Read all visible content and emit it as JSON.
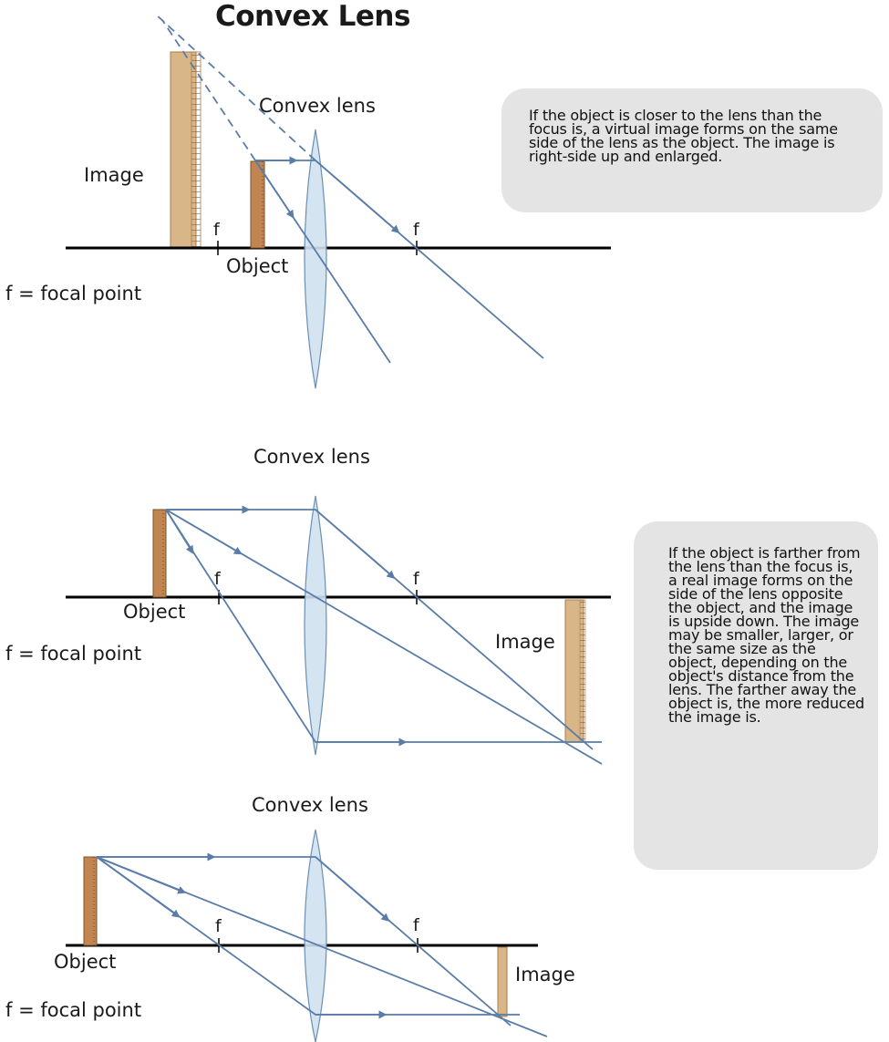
{
  "title": "Convex Lens",
  "colors": {
    "ray": "#5a7ca8",
    "lens_fill": "#cfe1ef",
    "lens_stroke": "#6c8fb3",
    "object_fill": "#c08550",
    "image_fill": "#d9b688",
    "note_bg": "#e4e4e4",
    "axis": "#000000"
  },
  "diagrams": [
    {
      "lens_label": "Convex lens",
      "focal_left_label": "f",
      "focal_right_label": "f",
      "object_label": "Object",
      "image_label": "Image",
      "legend": "f = focal point",
      "note": "If the object is closer to the lens than the focus is, a virtual image forms on the same side of the lens as the object. The image is right-side up and enlarged."
    },
    {
      "lens_label": "Convex lens",
      "focal_left_label": "f",
      "focal_right_label": "f",
      "object_label": "Object",
      "image_label": "Image",
      "legend": "f = focal point",
      "note": "If the object is farther from the lens than the focus is, a real image forms on the side of the lens opposite the object, and the image is upside down. The image may be smaller, larger, or the same size as the object, depending on the object's distance from the lens. The farther away the object is, the more reduced the image is."
    },
    {
      "lens_label": "Convex lens",
      "focal_left_label": "f",
      "focal_right_label": "f",
      "object_label": "Object",
      "image_label": "Image",
      "legend": "f = focal point"
    }
  ]
}
